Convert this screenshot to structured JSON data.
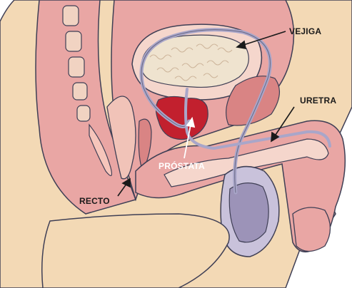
{
  "labels": {
    "bladder": "VEJIGA",
    "urethra": "URETRA",
    "prostate": "PRÓSTATA",
    "rectum": "RECTO"
  },
  "colors": {
    "skin": "#f3d9b5",
    "tissue": "#e9a6a4",
    "tissue_dark": "#d98484",
    "outline": "#3f3f55",
    "prostate": "#c2202e",
    "bladder": "#efe3cf",
    "tube": "#a9a6c9",
    "testis": "#9c93b8"
  }
}
